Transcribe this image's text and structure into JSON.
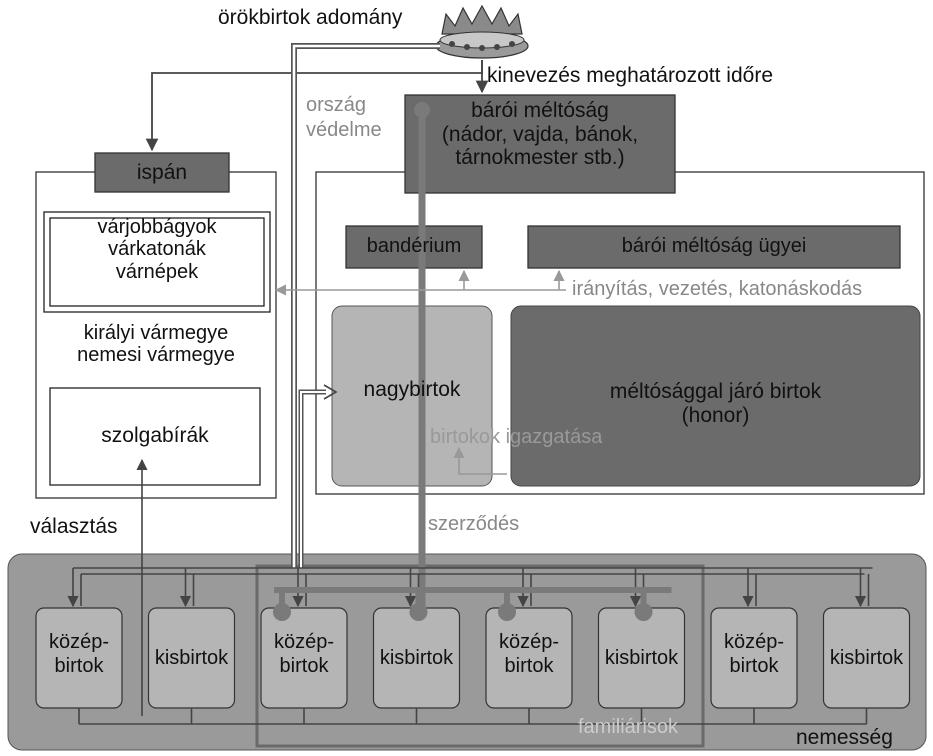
{
  "top": {
    "grant_label": "örökbirtok adomány",
    "appointment_label": "kinevezés meghatározott időre",
    "defense_label": "ország védelme"
  },
  "baron": {
    "title": "bárói méltóság",
    "line2": "(nádor, vajda, bánok,",
    "line3": "tárnokmester stb.)",
    "banderium": "bandérium",
    "affairs": "bárói méltóság ügyei",
    "functions": "irányítás, vezetés, katonáskodás",
    "large_estate": "nagybirtok",
    "honor_line1": "méltósággal járó birtok",
    "honor_line2": "(honor)",
    "estate_admin": "birtokok igazgatása"
  },
  "county": {
    "ispan": "ispán",
    "serfs_line1": "várjobbágyok",
    "serfs_line2": "várkatonák",
    "serfs_line3": "várnépek",
    "type_line1": "királyi vármegye",
    "type_line2": "nemesi vármegye",
    "magistrates": "szolgabírák"
  },
  "links": {
    "election": "választás",
    "contract": "szerződés",
    "familiars": "familiárisok"
  },
  "nobility": {
    "label": "nemesség",
    "estates": [
      {
        "line1": "közép-",
        "line2": "birtok"
      },
      {
        "line1": "kisbirtok",
        "line2": ""
      },
      {
        "line1": "közép-",
        "line2": "birtok"
      },
      {
        "line1": "kisbirtok",
        "line2": ""
      },
      {
        "line1": "közép-",
        "line2": "birtok"
      },
      {
        "line1": "kisbirtok",
        "line2": ""
      },
      {
        "line1": "közép-",
        "line2": "birtok"
      },
      {
        "line1": "kisbirtok",
        "line2": ""
      }
    ]
  },
  "colors": {
    "dark_box": "#6b6b6b",
    "light_box": "#b5b5b5",
    "nobility_band": "#9a9a9a",
    "grey_text": "#888888",
    "arrow": "#444444"
  }
}
